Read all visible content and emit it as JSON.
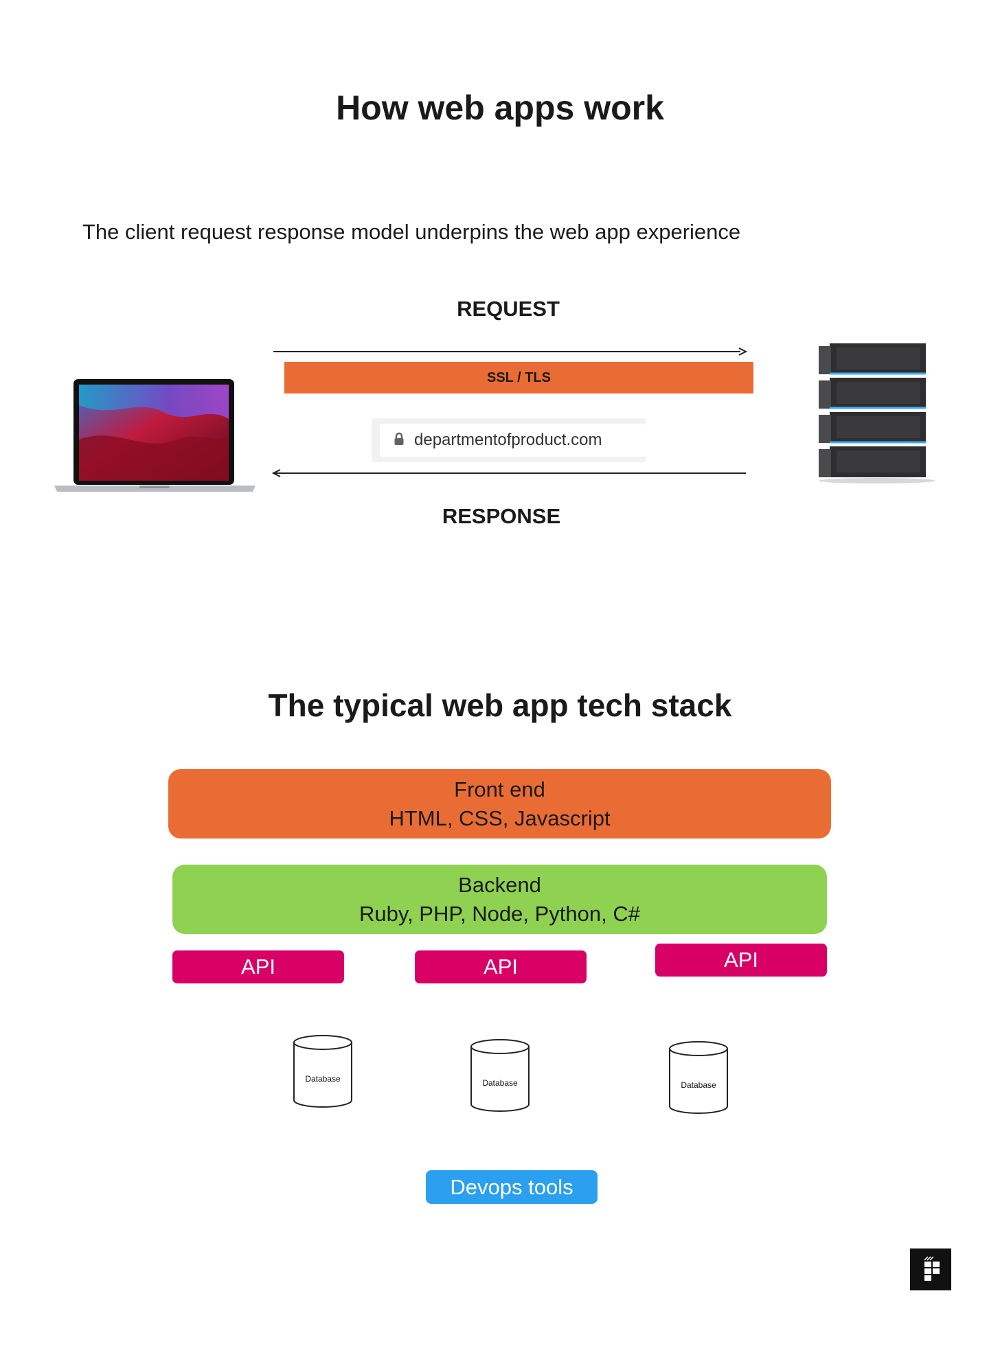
{
  "header": {
    "title": "How web apps work",
    "subtitle": "The client request response model underpins the web app experience"
  },
  "flow": {
    "request_label": "REQUEST",
    "response_label": "RESPONSE",
    "ssl_label": "SSL / TLS",
    "url_text": "departmentofproduct.com",
    "client_icon": "laptop-icon",
    "server_icon": "server-rack-icon",
    "lock_icon": "lock-icon"
  },
  "stack": {
    "title": "The typical web app tech stack",
    "frontend": {
      "label": "Front end",
      "tech": "HTML, CSS, Javascript",
      "color": "#ea6c35"
    },
    "backend": {
      "label": "Backend",
      "tech": "Ruby, PHP, Node, Python, C#",
      "color": "#8fd150"
    },
    "apis": [
      {
        "label": "API"
      },
      {
        "label": "API"
      },
      {
        "label": "API"
      }
    ],
    "api_color": "#d80064",
    "databases": [
      {
        "label": "Database"
      },
      {
        "label": "Database"
      },
      {
        "label": "Database"
      }
    ],
    "devops": {
      "label": "Devops tools",
      "color": "#2b9ff0"
    }
  },
  "footer": {
    "logo_icon": "brand-logo-icon"
  }
}
